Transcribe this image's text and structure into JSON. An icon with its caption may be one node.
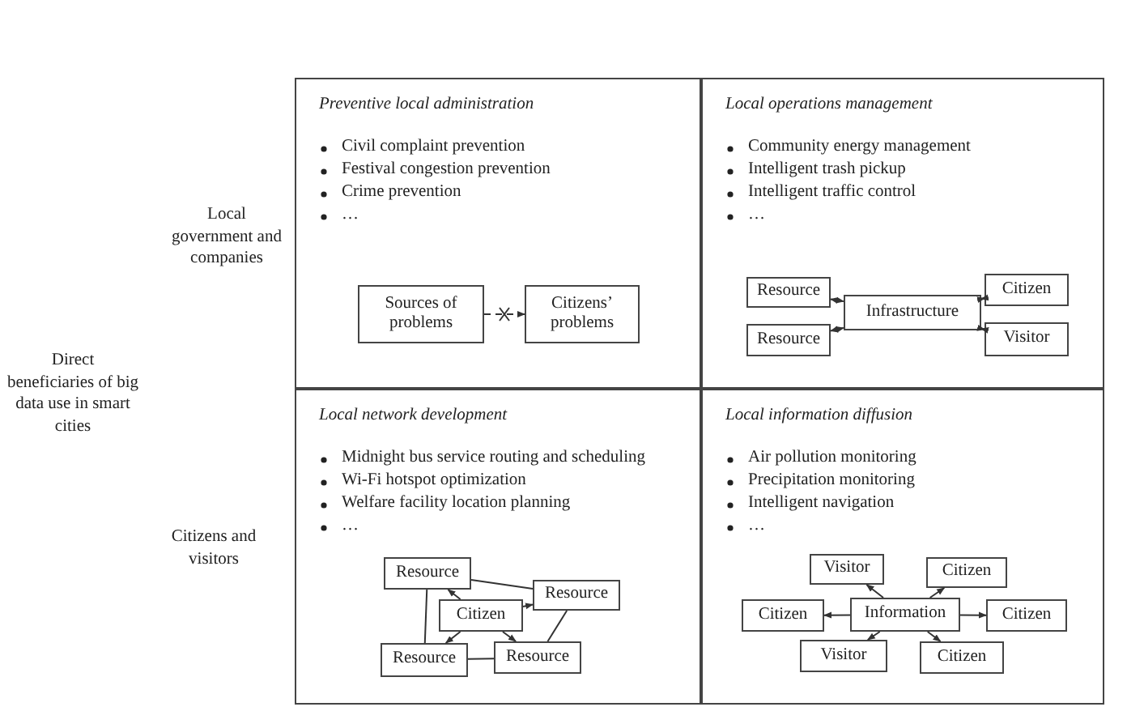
{
  "diagram": {
    "nodes": [
      {
        "text": [
          "Preventive local administration",
          "Civil complaint prevention",
          "Festival congestion prevention",
          "Crime prevention",
          "…"
        ]
      },
      {
        "text": [
          "Sources of problems"
        ],
        "in": 0
      },
      {
        "text": [
          "Citizens’ problems"
        ],
        "in": 0
      },
      {
        "text": [
          "Local operations management",
          "Community energy management",
          "Intelligent trash pickup",
          "Intelligent traffic control",
          "…"
        ]
      },
      {
        "text": [
          "Resource"
        ],
        "in": 3
      },
      {
        "text": [
          "Resource"
        ],
        "in": 3
      },
      {
        "text": [
          "Infrastructure"
        ],
        "in": 3
      },
      {
        "text": [
          "Citizen"
        ],
        "in": 3
      },
      {
        "text": [
          "Visitor"
        ],
        "in": 3
      },
      {
        "text": [
          "Local network development",
          "Midnight bus service routing and scheduling",
          "Wi-Fi hotspot optimization",
          "Welfare facility location planning",
          "…"
        ]
      },
      {
        "text": [
          "Resource"
        ],
        "in": 9
      },
      {
        "text": [
          "Resource"
        ],
        "in": 9
      },
      {
        "text": [
          "Citizen"
        ],
        "in": 9
      },
      {
        "text": [
          "Resource"
        ],
        "in": 9
      },
      {
        "text": [
          "Resource"
        ],
        "in": 9
      },
      {
        "text": [
          "Local information diffusion",
          "Air pollution monitoring",
          "Precipitation monitoring",
          "Intelligent navigation",
          "…"
        ]
      },
      {
        "text": [
          "Visitor"
        ],
        "in": 15
      },
      {
        "text": [
          "Citizen"
        ],
        "in": 15
      },
      {
        "text": [
          "Citizen"
        ],
        "in": 15
      },
      {
        "text": [
          "Information"
        ],
        "in": 15
      },
      {
        "text": [
          "Citizen"
        ],
        "in": 15
      },
      {
        "text": [
          "Visitor"
        ],
        "in": 15
      },
      {
        "text": [
          "Citizen"
        ],
        "in": 15
      }
    ],
    "edges": [
      {
        "from": 1,
        "to": 2,
        "arrow": "to",
        "style": "dashed"
      },
      {
        "from": 6,
        "to": 4,
        "arrow": "both"
      },
      {
        "from": 6,
        "to": 5,
        "arrow": "both"
      },
      {
        "from": 6,
        "to": 7,
        "arrow": "both"
      },
      {
        "from": 6,
        "to": 8,
        "arrow": "both"
      },
      {
        "from": 12,
        "to": 10,
        "arrow": "to"
      },
      {
        "from": 12,
        "to": 11,
        "arrow": "to"
      },
      {
        "from": 12,
        "to": 13,
        "arrow": "to"
      },
      {
        "from": 12,
        "to": 14,
        "arrow": "to"
      },
      {
        "from": 10,
        "to": 11,
        "arrow": "none"
      },
      {
        "from": 10,
        "to": 13,
        "arrow": "none"
      },
      {
        "from": 13,
        "to": 14,
        "arrow": "none"
      },
      {
        "from": 14,
        "to": 11,
        "arrow": "none"
      },
      {
        "from": 19,
        "to": 16,
        "arrow": "to"
      },
      {
        "from": 19,
        "to": 17,
        "arrow": "to"
      },
      {
        "from": 19,
        "to": 18,
        "arrow": "to"
      },
      {
        "from": 19,
        "to": 20,
        "arrow": "to"
      },
      {
        "from": 19,
        "to": 21,
        "arrow": "to"
      },
      {
        "from": 19,
        "to": 22,
        "arrow": "to"
      }
    ],
    "labels": [
      "Local government and companies",
      "Direct beneficiaries of big data use in smart cities",
      "Citizens and visitors"
    ]
  }
}
